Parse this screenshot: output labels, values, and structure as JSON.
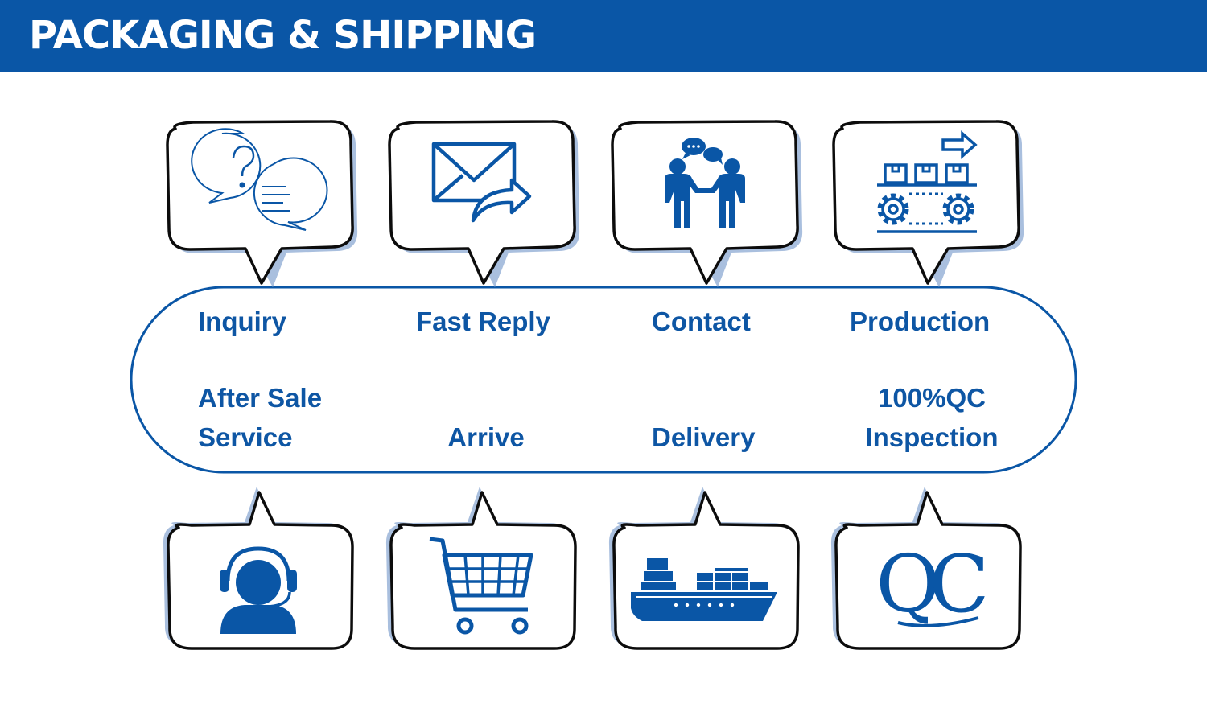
{
  "header": {
    "title": "PACKAGING & SHIPPING"
  },
  "colors": {
    "brand_blue": "#0a56a6",
    "shadow_blue": "#a9bfde",
    "outline": "#0c0c0c",
    "text_blue": "#0e56a4"
  },
  "steps_top": [
    {
      "label": "Inquiry",
      "icon": "question-chat-icon"
    },
    {
      "label": "Fast Reply",
      "icon": "email-reply-icon"
    },
    {
      "label": "Contact",
      "icon": "handshake-people-icon"
    },
    {
      "label": "Production",
      "icon": "conveyor-factory-icon"
    }
  ],
  "steps_bottom": [
    {
      "line1": "After Sale",
      "line2": "Service",
      "icon": "customer-service-headset-icon"
    },
    {
      "line1": "",
      "line2": "Arrive",
      "icon": "shopping-cart-icon"
    },
    {
      "line1": "",
      "line2": "Delivery",
      "icon": "cargo-ship-icon"
    },
    {
      "line1": "100%QC",
      "line2": "Inspection",
      "icon": "qc-logo-icon"
    }
  ],
  "qc_logo_text": "QC"
}
